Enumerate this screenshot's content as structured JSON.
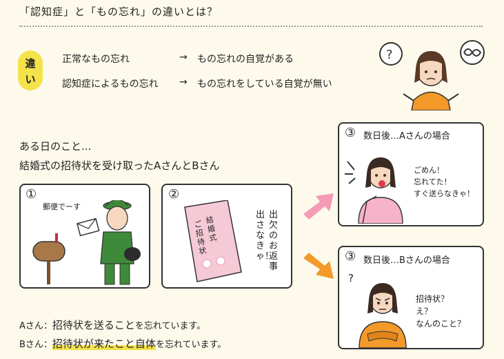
{
  "header": {
    "title": "「認知症」と「もの忘れ」の違いとは？"
  },
  "difference": {
    "badge": [
      "違",
      "い"
    ],
    "rows": [
      {
        "left": "正常なもの忘れ",
        "arrow": "→",
        "right": "もの忘れの自覚がある"
      },
      {
        "left": "認知症によるもの忘れ",
        "arrow": "→",
        "right": "もの忘れをしている自覚が無い"
      }
    ]
  },
  "story": {
    "line1": "ある日のこと...",
    "line2": "結婚式の招待状を受け取ったAさんとBさん"
  },
  "panels": {
    "p1": {
      "num": "①",
      "speech": "郵便でーす"
    },
    "p2": {
      "num": "②",
      "card": [
        "結婚式",
        "ご招待状"
      ],
      "speech": [
        "出欠のお返事",
        "出さなきゃ！"
      ]
    },
    "p3": {
      "num": "③",
      "header": "数日後…Aさんの場合",
      "speech": [
        "ごめん！",
        "忘れてた！",
        "すぐ送らなきゃ！"
      ]
    },
    "p4": {
      "num": "③",
      "header": "数日後…Bさんの場合",
      "question": "?",
      "speech": [
        "招待状？",
        "え？",
        "なんのこと？"
      ]
    }
  },
  "summary": {
    "a": {
      "name": "Aさん：",
      "bold": "招待状を送ること",
      "rest": "を忘れています。"
    },
    "b": {
      "name": "Bさん：",
      "bold": "招待状が来たこと自体",
      "rest": "を忘れています。"
    }
  },
  "colors": {
    "badge": "#f4e24a",
    "pink_arrow": "#f49bb6",
    "orange_arrow": "#f39a2b",
    "highlight": "#f4e24a"
  }
}
